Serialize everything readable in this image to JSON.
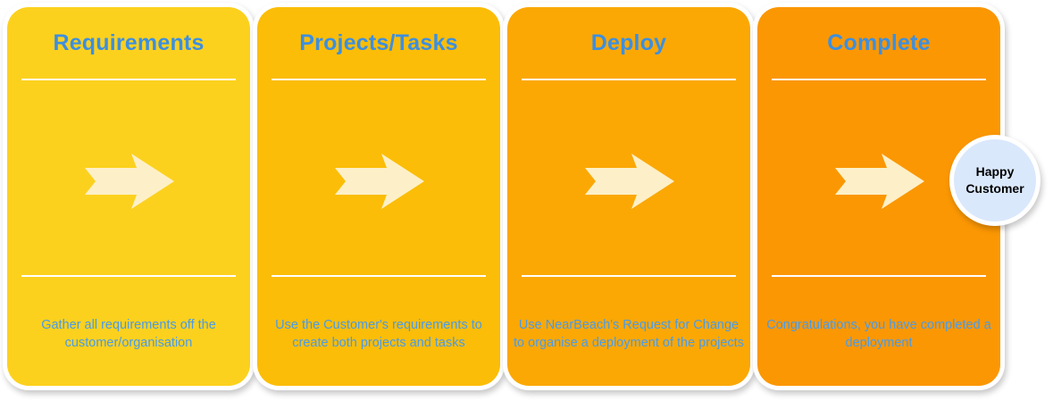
{
  "stages": [
    {
      "title": "Requirements",
      "description": "Gather all requirements off the customer/organisation",
      "color": "#fcd11e",
      "icon": "right-arrow-icon"
    },
    {
      "title": "Projects/Tasks",
      "description": "Use the Customer's requirements to create both projects and tasks",
      "color": "#fbbd07",
      "icon": "right-arrow-icon"
    },
    {
      "title": "Deploy",
      "description": "Use NearBeach's Request for Change to organise a deployment of the projects",
      "color": "#fba805",
      "icon": "right-arrow-icon"
    },
    {
      "title": "Complete",
      "description": "Congratulations, you have completed a deployment",
      "color": "#fb9703",
      "icon": "right-arrow-icon"
    }
  ],
  "end_node": {
    "label": "Happy Customer",
    "color": "#dae8fc"
  },
  "colors": {
    "title_text": "#3d8fdf",
    "description_text": "#4a9be6",
    "arrow_fill": "#fdf0c8",
    "divider": "#ffffff"
  }
}
